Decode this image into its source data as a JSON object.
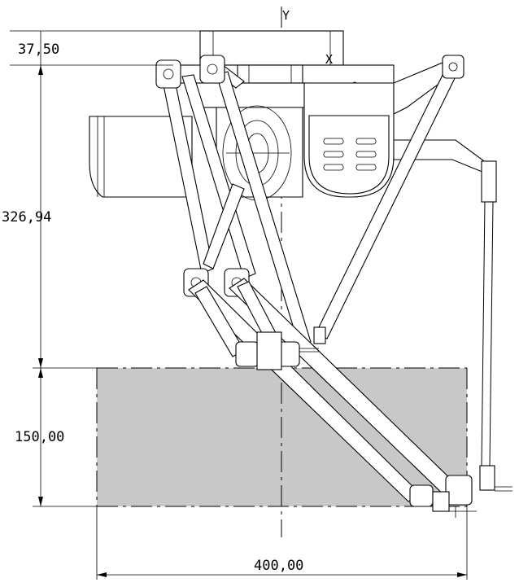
{
  "drawing": {
    "dimensions": {
      "top_offset": "37,50",
      "height_total": "326,94",
      "workspace_height": "150,00",
      "workspace_width": "400,00"
    },
    "axes": {
      "vertical": "Y",
      "horizontal": "X"
    },
    "colors": {
      "workspace_fill": "#c8c8c8",
      "line": "#000000",
      "background": "#ffffff"
    }
  }
}
